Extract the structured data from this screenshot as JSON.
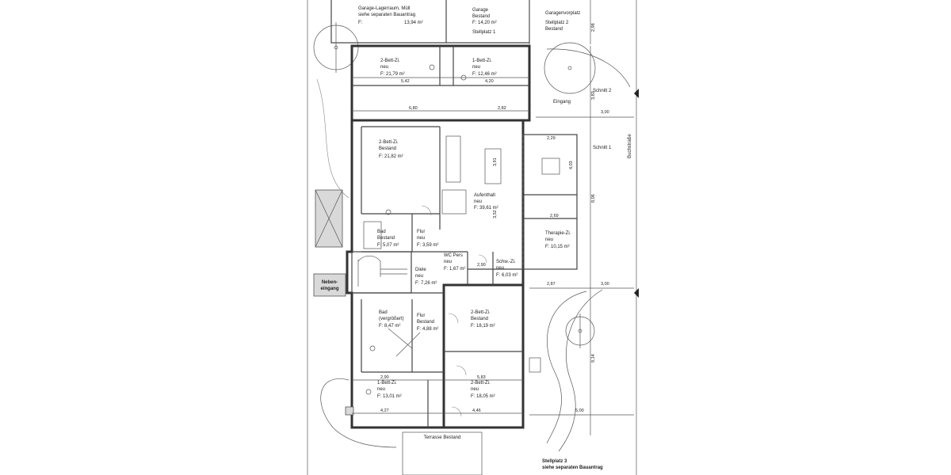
{
  "rooms": {
    "garage_lager": {
      "l1": "Garage-Lagerraum, Müll",
      "l2": "siehe separaten Bauantrag",
      "l3": "F:",
      "l4": "13,94 m²"
    },
    "garage": {
      "l1": "Garage",
      "l2": "Bestand",
      "l3": "F: 14,20 m²",
      "l4": "Stellplatz 1"
    },
    "garagenvorplatz": {
      "l1": "Garagenvorplatz",
      "l2": "Stellplatz 2",
      "l3": "Bestand"
    },
    "bett2_top": {
      "l1": "2-Bett-Zi.",
      "l2": "neu",
      "l3": "F: 21,79 m²"
    },
    "bett1_top": {
      "l1": "1-Bett-Zi.",
      "l2": "neu",
      "l3": "F: 12,46 m²"
    },
    "bett2_bestand_upper": {
      "l1": "2-Bett-Zi.",
      "l2": "Bestand",
      "l3": "F: 21,82 m²"
    },
    "aufenthalt": {
      "l1": "Aufenthalt",
      "l2": "neu",
      "l3": "F: 39,61 m²"
    },
    "bad_bestand": {
      "l1": "Bad",
      "l2": "Bestand",
      "l3": "F: 5,07 m²"
    },
    "flur_neu": {
      "l1": "Flur",
      "l2": "neu",
      "l3": "F: 3,59 m²"
    },
    "wc_pers": {
      "l1": "WC Pers",
      "l2": "neu",
      "l3": "F: 1,67 m²"
    },
    "schwester": {
      "l1": "Schw.-Zi.",
      "l2": "neu",
      "l3": "F: 6,03 m²"
    },
    "therapie": {
      "l1": "Therapie-Zi.",
      "l2": "neu",
      "l3": "F: 10,15 m²"
    },
    "diele": {
      "l1": "Diele",
      "l2": "neu",
      "l3": "F: 7,26 m²"
    },
    "bad_vergr": {
      "l1": "Bad",
      "l2": "(vergrößert)",
      "l3": "F: 8,47 m²"
    },
    "flur_bestand": {
      "l1": "Flur",
      "l2": "Bestand",
      "l3": "F: 4,88 m²"
    },
    "bett2_bestand_lower": {
      "l1": "2-Bett-Zi.",
      "l2": "Bestand",
      "l3": "F: 18,19 m²"
    },
    "bett1_bottom": {
      "l1": "1-Bett-Zi.",
      "l2": "neu",
      "l3": "F: 13,01 m²"
    },
    "bett2_bottom": {
      "l1": "2-Bett-Zi.",
      "l2": "neu",
      "l3": "F: 18,05 m²"
    }
  },
  "labels": {
    "eingang": "Eingang",
    "nebeneingang_1": "Neben-",
    "nebeneingang_2": "eingang",
    "terrasse": "Terrasse Bestand",
    "schnitt1": "Schnitt 1",
    "schnitt2": "Schnitt 2",
    "buchstraße": "Buchstraße",
    "stellplatz3_1": "Stellplatz 3",
    "stellplatz3_2": "siehe separaten Bauantrag"
  },
  "dims": {
    "d_5_42": "5,42",
    "d_4_20": "4,20",
    "d_6_80": "6,80",
    "d_2_82": "2,82",
    "d_3_00_top": "3,00",
    "d_2_29": "2,29",
    "d_8_06": "8,06",
    "d_4_03": "4,03",
    "d_2_69": "2,69",
    "d_2_90_mid": "2,90",
    "d_2_87": "2,87",
    "d_3_00_mid": "3,00",
    "d_9_14": "9,14",
    "d_2_90_low": "2,90",
    "d_5_83": "5,83",
    "d_4_27": "4,27",
    "d_4_46": "4,46",
    "d_5_00": "5,00",
    "d_3_91": "3,91",
    "d_3_52": "3,52",
    "d_2_98": "2,98",
    "d_3_83": "3,83"
  }
}
